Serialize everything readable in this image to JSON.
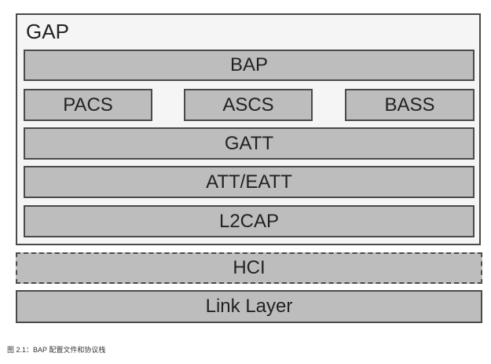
{
  "diagram": {
    "gap_label": "GAP",
    "layers": {
      "bap": "BAP",
      "pacs": "PACS",
      "ascs": "ASCS",
      "bass": "BASS",
      "gatt": "GATT",
      "att": "ATT/EATT",
      "l2cap": "L2CAP",
      "hci": "HCI",
      "link_layer": "Link Layer"
    }
  },
  "caption": "图 2.1：BAP 配置文件和协议栈",
  "colors": {
    "box_fill": "#bdbdbd",
    "border": "#4a4a4a",
    "gap_fill": "#f5f5f5",
    "text": "#222222"
  }
}
